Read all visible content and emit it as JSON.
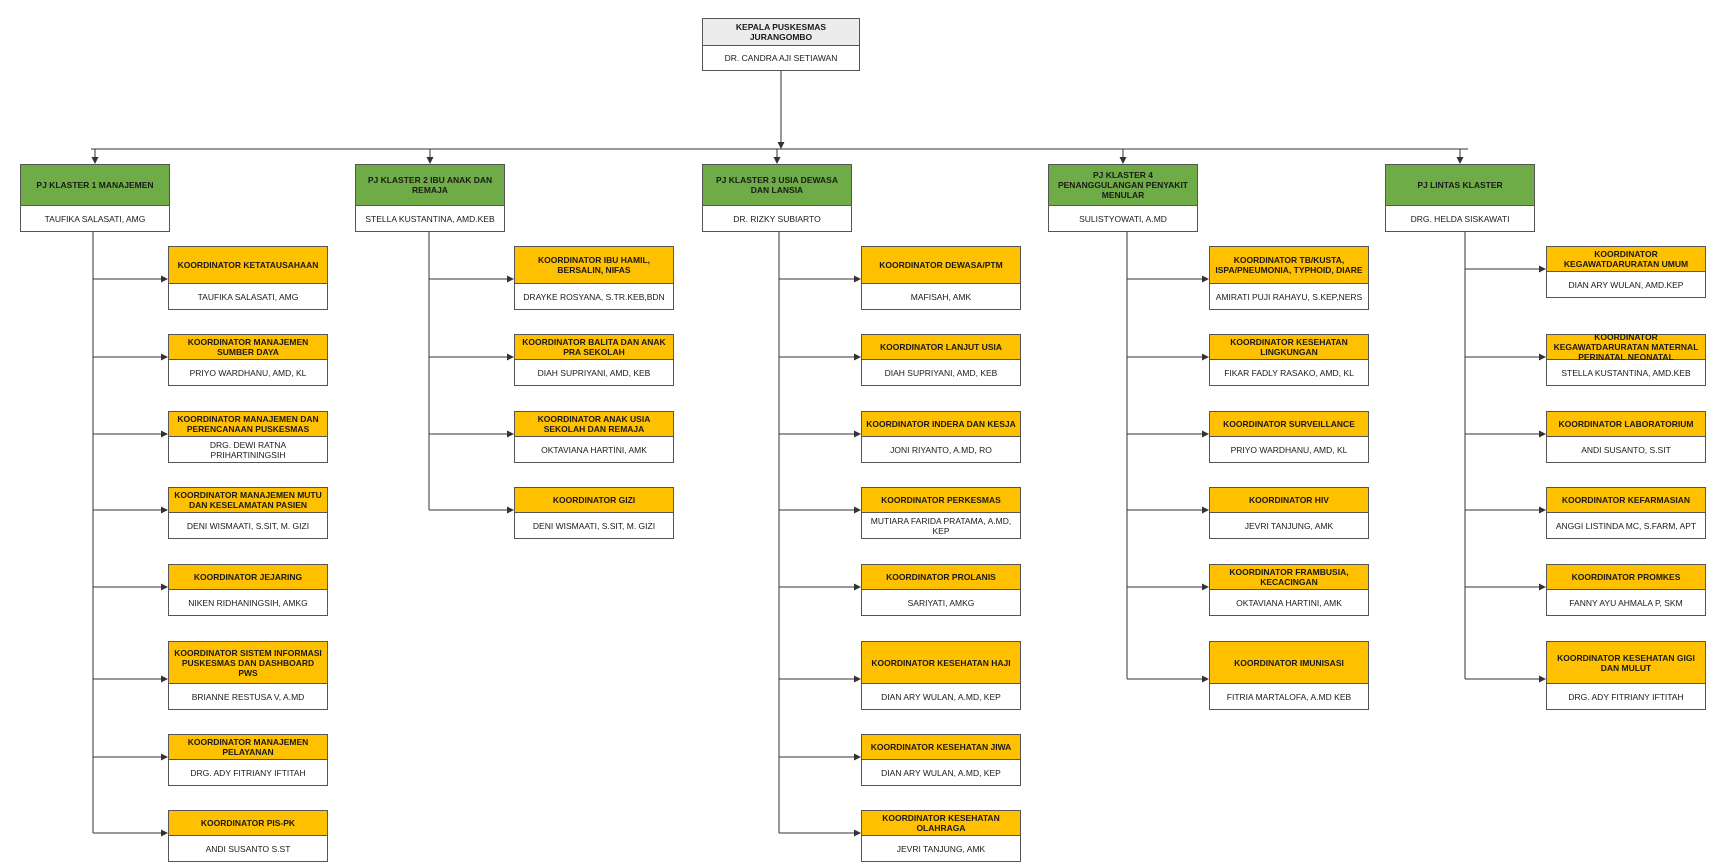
{
  "colors": {
    "head": "#ececec",
    "pj": "#6fac47",
    "koordinator": "#ffc000",
    "line": "#333333"
  },
  "head": {
    "title": "KEPALA PUSKESMAS JURANGOMBO",
    "name": "DR. CANDRA AJI SETIAWAN"
  },
  "clusters": [
    {
      "title": "PJ KLASTER 1 MANAJEMEN",
      "name": "TAUFIKA SALASATI, AMG",
      "koordinators": [
        {
          "title": "KOORDINATOR KETATAUSAHAAN",
          "name": "TAUFIKA SALASATI, AMG"
        },
        {
          "title": "KOORDINATOR MANAJEMEN SUMBER DAYA",
          "name": "PRIYO WARDHANU, AMD, KL"
        },
        {
          "title": "KOORDINATOR MANAJEMEN DAN PERENCANAAN PUSKESMAS",
          "name": "DRG. DEWI RATNA PRIHARTININGSIH"
        },
        {
          "title": "KOORDINATOR MANAJEMEN MUTU DAN KESELAMATAN PASIEN",
          "name": "DENI WISMAATI, S.SIT, M. GIZI"
        },
        {
          "title": "KOORDINATOR JEJARING",
          "name": "NIKEN RIDHANINGSIH, AMKG"
        },
        {
          "title": "KOORDINATOR SISTEM INFORMASI PUSKESMAS DAN DASHBOARD PWS",
          "name": "BRIANNE RESTUSA V, A.MD"
        },
        {
          "title": "KOORDINATOR MANAJEMEN PELAYANAN",
          "name": "DRG. ADY FITRIANY IFTITAH"
        },
        {
          "title": "KOORDINATOR PIS-PK",
          "name": "ANDI SUSANTO S.ST"
        }
      ]
    },
    {
      "title": "PJ KLASTER 2 IBU ANAK DAN REMAJA",
      "name": "STELLA KUSTANTINA, AMD.KEB",
      "koordinators": [
        {
          "title": "KOORDINATOR IBU HAMIL, BERSALIN, NIFAS",
          "name": "DRAYKE ROSYANA, S.TR.KEB,BDN"
        },
        {
          "title": "KOORDINATOR BALITA DAN ANAK PRA SEKOLAH",
          "name": "DIAH SUPRIYANI, AMD, KEB"
        },
        {
          "title": "KOORDINATOR ANAK USIA SEKOLAH DAN REMAJA",
          "name": "OKTAVIANA HARTINI, AMK"
        },
        {
          "title": "KOORDINATOR GIZI",
          "name": "DENI WISMAATI, S.SIT, M. GIZI"
        }
      ]
    },
    {
      "title": "PJ KLASTER 3 USIA DEWASA DAN LANSIA",
      "name": "DR. RIZKY SUBIARTO",
      "koordinators": [
        {
          "title": "KOORDINATOR DEWASA/PTM",
          "name": "MAFISAH, AMK"
        },
        {
          "title": "KOORDINATOR LANJUT USIA",
          "name": "DIAH SUPRIYANI, AMD, KEB"
        },
        {
          "title": "KOORDINATOR INDERA DAN KESJA",
          "name": "JONI RIYANTO, A.MD, RO"
        },
        {
          "title": "KOORDINATOR PERKESMAS",
          "name": "MUTIARA FARIDA PRATAMA, A.MD, KEP"
        },
        {
          "title": "KOORDINATOR PROLANIS",
          "name": "SARIYATI, AMKG"
        },
        {
          "title": "KOORDINATOR KESEHATAN HAJI",
          "name": "DIAN ARY WULAN, A.MD, KEP"
        },
        {
          "title": "KOORDINATOR KESEHATAN JIWA",
          "name": "DIAN ARY WULAN, A.MD, KEP"
        },
        {
          "title": "KOORDINATOR KESEHATAN OLAHRAGA",
          "name": "JEVRI TANJUNG, AMK"
        }
      ]
    },
    {
      "title": "PJ KLASTER 4 PENANGGULANGAN PENYAKIT MENULAR",
      "name": "SULISTYOWATI, A.MD",
      "koordinators": [
        {
          "title": "KOORDINATOR TB/KUSTA, ISPA/PNEUMONIA, TYPHOID, DIARE",
          "name": "AMIRATI PUJI RAHAYU, S.KEP,NERS"
        },
        {
          "title": "KOORDINATOR KESEHATAN LINGKUNGAN",
          "name": "FIKAR FADLY RASAKO, AMD, KL"
        },
        {
          "title": "KOORDINATOR SURVEILLANCE",
          "name": "PRIYO WARDHANU, AMD, KL"
        },
        {
          "title": "KOORDINATOR HIV",
          "name": "JEVRI TANJUNG, AMK"
        },
        {
          "title": "KOORDINATOR FRAMBUSIA, KECACINGAN",
          "name": "OKTAVIANA HARTINI, AMK"
        },
        {
          "title": "KOORDINATOR IMUNISASI",
          "name": "FITRIA MARTALOFA, A.MD KEB"
        }
      ]
    },
    {
      "title": "PJ LINTAS KLASTER",
      "name": "DRG. HELDA SISKAWATI",
      "koordinators": [
        {
          "title": "KOORDINATOR KEGAWATDARURATAN UMUM",
          "name": "DIAN ARY WULAN, AMD.KEP"
        },
        {
          "title": "KOORDINATOR KEGAWATDARURATAN MATERNAL PERINATAL NEONATAL",
          "name": "STELLA KUSTANTINA, AMD.KEB"
        },
        {
          "title": "KOORDINATOR LABORATORIUM",
          "name": "ANDI SUSANTO, S.SIT"
        },
        {
          "title": "KOORDINATOR KEFARMASIAN",
          "name": "ANGGI LISTINDA MC, S.FARM, APT"
        },
        {
          "title": "KOORDINATOR PROMKES",
          "name": "FANNY AYU AHMALA P, SKM"
        },
        {
          "title": "KOORDINATOR KESEHATAN GIGI DAN MULUT",
          "name": "DRG. ADY FITRIANY IFTITAH"
        }
      ]
    }
  ]
}
